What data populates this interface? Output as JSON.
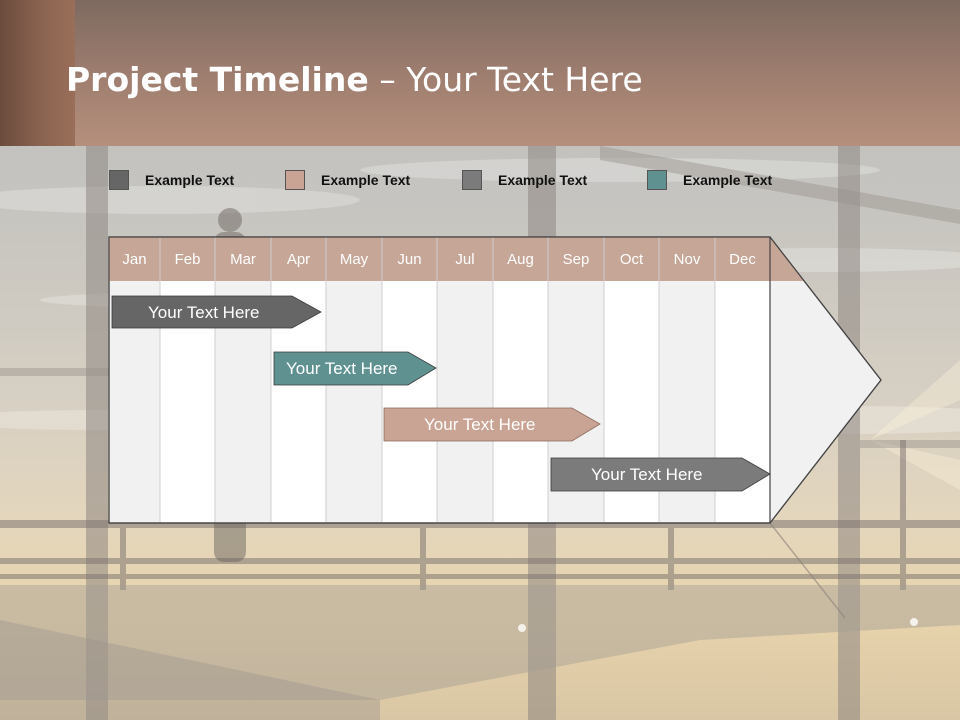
{
  "slide": {
    "title_bold": "Project Timeline",
    "title_rest": " – Your Text Here"
  },
  "legend": [
    {
      "label": "Example Text",
      "color": "#666666"
    },
    {
      "label": "Example Text",
      "color": "#c9a393"
    },
    {
      "label": "Example Text",
      "color": "#7b7b7b"
    },
    {
      "label": "Example Text",
      "color": "#5f9191"
    }
  ],
  "timeline": {
    "months": [
      "Jan",
      "Feb",
      "Mar",
      "Apr",
      "May",
      "Jun",
      "Jul",
      "Aug",
      "Sep",
      "Oct",
      "Nov",
      "Dec"
    ],
    "header_color": "#c6a697",
    "bars": [
      {
        "label": "Your  Text Here",
        "color": "#666666"
      },
      {
        "label": "Your  Text Here",
        "color": "#5f9191"
      },
      {
        "label": "Your  Text Here",
        "color": "#c9a393"
      },
      {
        "label": "Your  Text Here",
        "color": "#7b7b7b"
      }
    ]
  }
}
